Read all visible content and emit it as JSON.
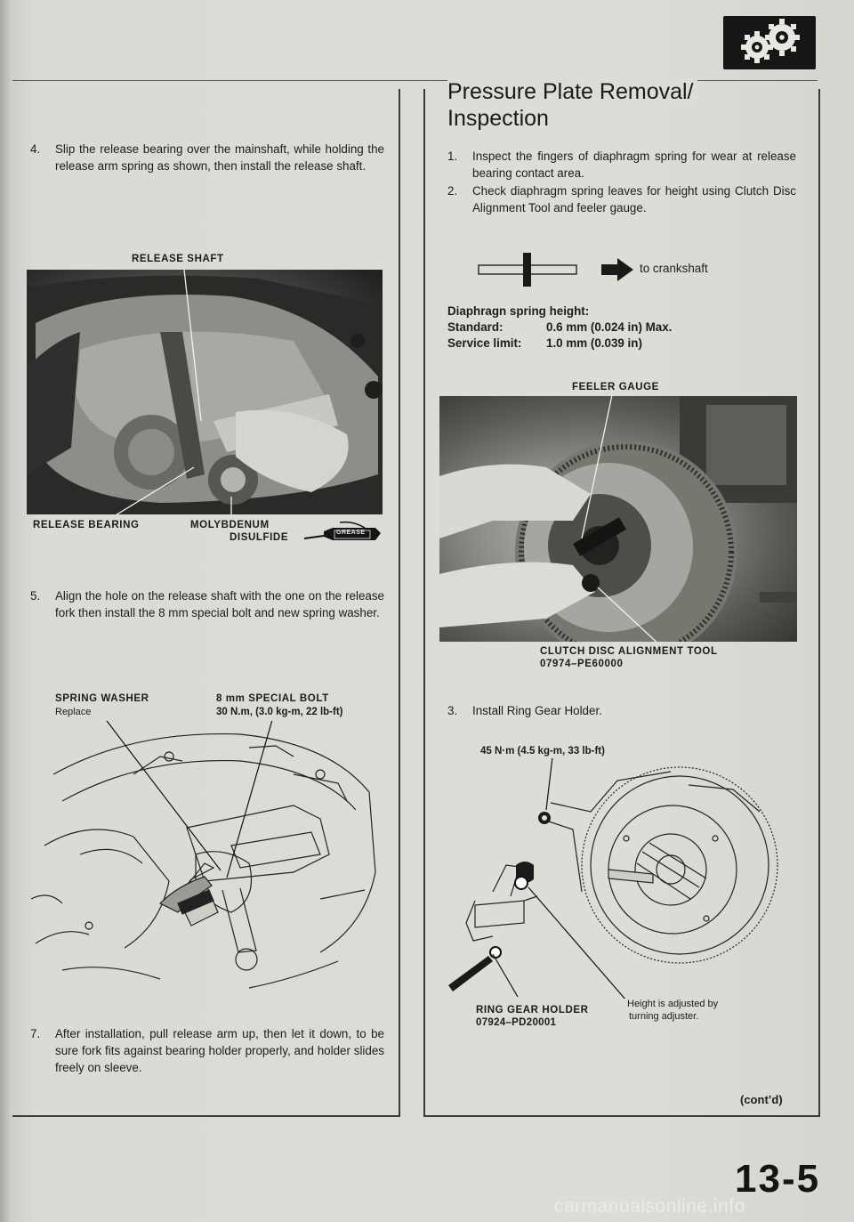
{
  "header": {
    "icon": "gear-pair-icon"
  },
  "left": {
    "step4": {
      "num": "4.",
      "text": "Slip the release bearing over the mainshaft, while holding the release arm spring as shown, then install the release shaft."
    },
    "photo1_labels": {
      "release_shaft": "RELEASE SHAFT",
      "release_bearing": "RELEASE BEARING",
      "moly_line1": "MOLYBDENUM",
      "moly_line2": "DISULFIDE",
      "grease": "GREASE"
    },
    "step5": {
      "num": "5.",
      "text": "Align the hole on the release shaft with the one on the release fork then install the 8 mm special bolt and new spring washer."
    },
    "diagram1_labels": {
      "spring_washer": "SPRING WASHER",
      "replace": "Replace",
      "bolt": "8 mm SPECIAL BOLT",
      "torque": "30 N.m, (3.0 kg-m, 22 lb-ft)"
    },
    "step7": {
      "num": "7.",
      "text": "After installation, pull release arm up, then let it down, to be sure fork fits against bearing holder properly, and holder slides freely on sleeve."
    }
  },
  "right": {
    "title_line1": "Pressure Plate Removal/",
    "title_line2": "Inspection",
    "step1": {
      "num": "1.",
      "text": "Inspect the fingers of diaphragm spring for wear at release bearing contact area."
    },
    "step2": {
      "num": "2.",
      "text": "Check diaphragm spring leaves for height using Clutch Disc Alignment Tool and feeler gauge."
    },
    "arrow_text": "to crankshaft",
    "spec": {
      "heading": "Diaphragn spring height:",
      "standard_label": "Standard:",
      "standard_value": "0.6 mm (0.024 in) Max.",
      "limit_label": "Service limit:",
      "limit_value": "1.0 mm (0.039 in)"
    },
    "photo2_labels": {
      "feeler_gauge": "FEELER GAUGE",
      "tool": "CLUTCH DISC ALIGNMENT TOOL",
      "tool_no": "07974–PE60000"
    },
    "step3": {
      "num": "3.",
      "text": "Install Ring Gear Holder."
    },
    "diagram2_labels": {
      "torque": "45 N·m (4.5 kg-m, 33 lb-ft)",
      "holder": "RING GEAR HOLDER",
      "holder_no": "07924–PD20001",
      "height_line1": "Height is adjusted by",
      "height_line2": "turning adjuster."
    },
    "cont": "(cont’d)"
  },
  "footer": {
    "page_number": "13-5",
    "watermark": "carmanualsonline.info"
  }
}
